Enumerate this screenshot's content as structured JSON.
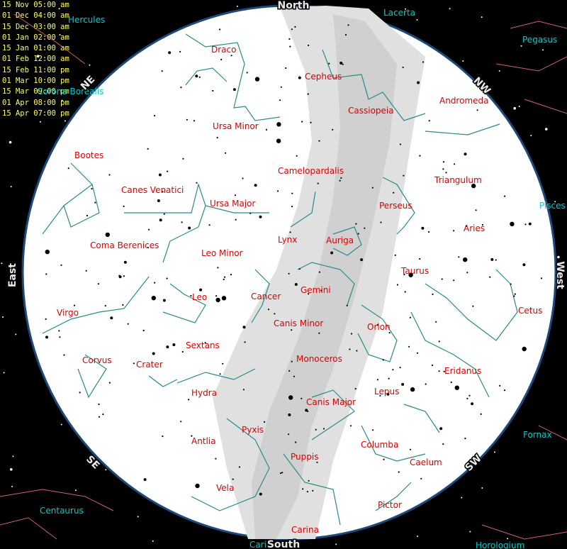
{
  "dates": [
    "15 Nov 05:00 am",
    "01 Dec 04:00 am",
    "15 Dec 03:00 am",
    "01 Jan 02:00 am",
    "15 Jan 01:00 am",
    "01 Feb 12:00 am",
    "15 Feb 11:00 pm",
    "01 Mar 10:00 pm",
    "15 Mar 09:00 pm",
    "01 Apr 08:00 pm",
    "15 Apr 07:00 pm"
  ],
  "directions": {
    "north": "North",
    "south": "South",
    "east": "East",
    "west": "West",
    "ne": "NE",
    "nw": "NW",
    "se": "SE",
    "sw": "SW"
  },
  "constellations_inside": [
    "Draco",
    "Cepheus",
    "Cassiopeia",
    "Andromeda",
    "Ursa Minor",
    "Bootes",
    "Camelopardalis",
    "Triangulum",
    "Canes Venatici",
    "Ursa Major",
    "Perseus",
    "Aries",
    "Coma Berenices",
    "Leo Minor",
    "Lynx",
    "Auriga",
    "Taurus",
    "Gemini",
    "Cancer",
    "Leo",
    "Virgo",
    "Cetus",
    "Canis Minor",
    "Orion",
    "Sextans",
    "Corvus",
    "Crater",
    "Monoceros",
    "Eridanus",
    "Hydra",
    "Lepus",
    "Canis Major",
    "Pyxis",
    "Antlia",
    "Columba",
    "Puppis",
    "Caelum",
    "Vela",
    "Pictor",
    "Carina"
  ],
  "constellations_outside": [
    "Hercules",
    "Lacerta",
    "Pegasus",
    "Corona Borealis",
    "Pisces",
    "Fornax",
    "Centaurus",
    "Horologium",
    "Carina"
  ],
  "colors": {
    "background": "#000000",
    "sky_disc": "#ffffff",
    "milky_way": "#e0e0e0",
    "constellation_lines": "#2a8a8a",
    "inside_labels": "#dd0000",
    "outside_labels": "#00cccc",
    "outside_lines": "#cc6666",
    "dates": "#ffff66"
  }
}
